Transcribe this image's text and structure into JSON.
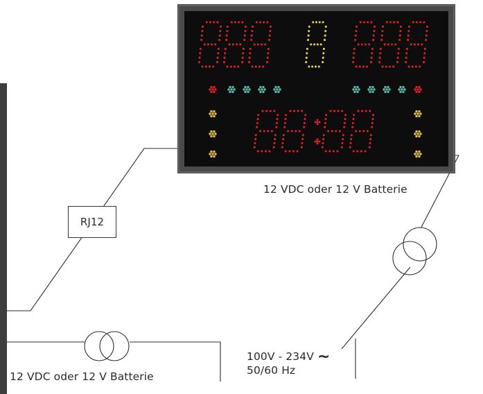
{
  "labels": {
    "power_display": "12 VDC oder 12 V Batterie",
    "power_left": "12 VDC oder 12 V Batterie",
    "mains_voltage": "100V - 234V",
    "mains_symbol": "~",
    "mains_frequency": "50/60 Hz",
    "connector": "RJ12"
  },
  "scoreboard": {
    "home_score_digits": 3,
    "guest_score_digits": 3,
    "period_digits": 1,
    "clock_digits": 4,
    "indicator_dots_per_side": 4,
    "side_lamps_per_side": 3
  },
  "colors": {
    "score_segments": "#e0202a",
    "period_segments": "#e6d24a",
    "indicator_dots": "#5fb8a8",
    "possession_lamp": "#e0202a",
    "side_lamps": "#e3c04a",
    "panel": "#0d0d0d",
    "frame": "#4a4a4a",
    "lines": "#2b2b2b"
  }
}
